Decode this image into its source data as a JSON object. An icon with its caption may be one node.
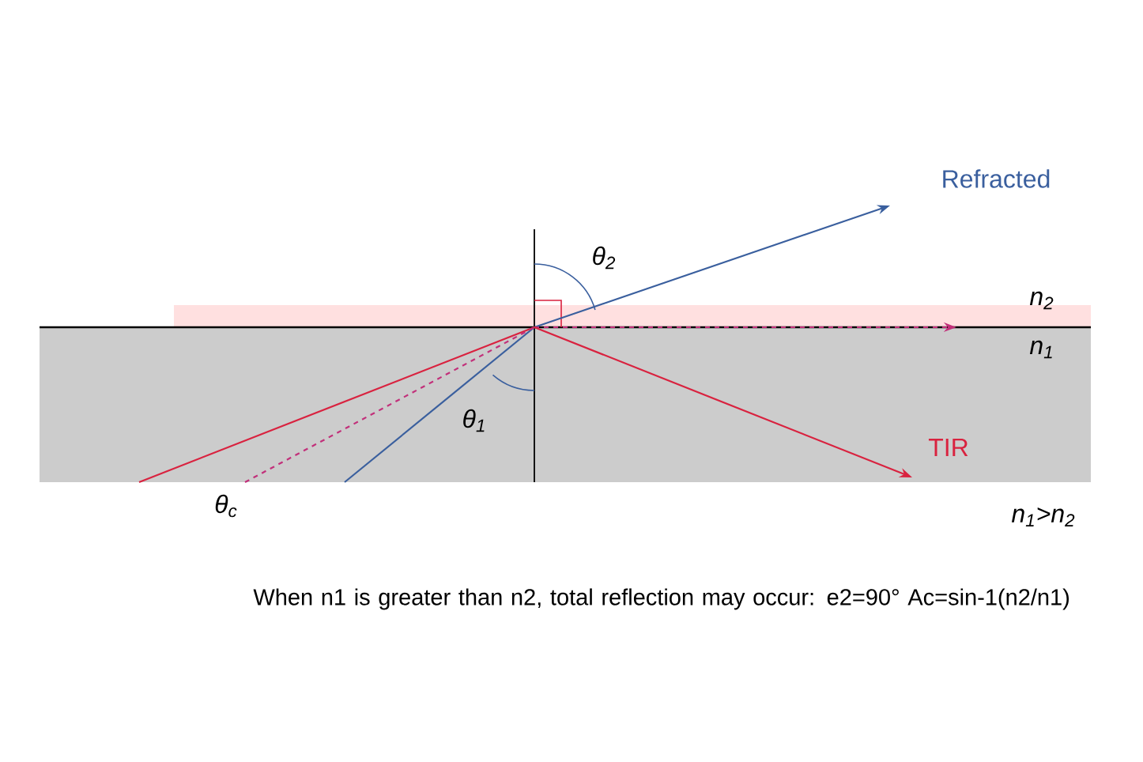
{
  "diagram": {
    "caption": "When n1 is greater than n2, total reflection may occur: e2=90° Ac=sin-1(n2/n1)",
    "labels": [
      "Refracted",
      "θ$_{2}$",
      "n$_{2}$",
      "n$_{1}$",
      "θ$_{1}$",
      "TIR",
      "θ$_{c}$",
      "n$_{1}$>n$_{2}$"
    ]
  }
}
